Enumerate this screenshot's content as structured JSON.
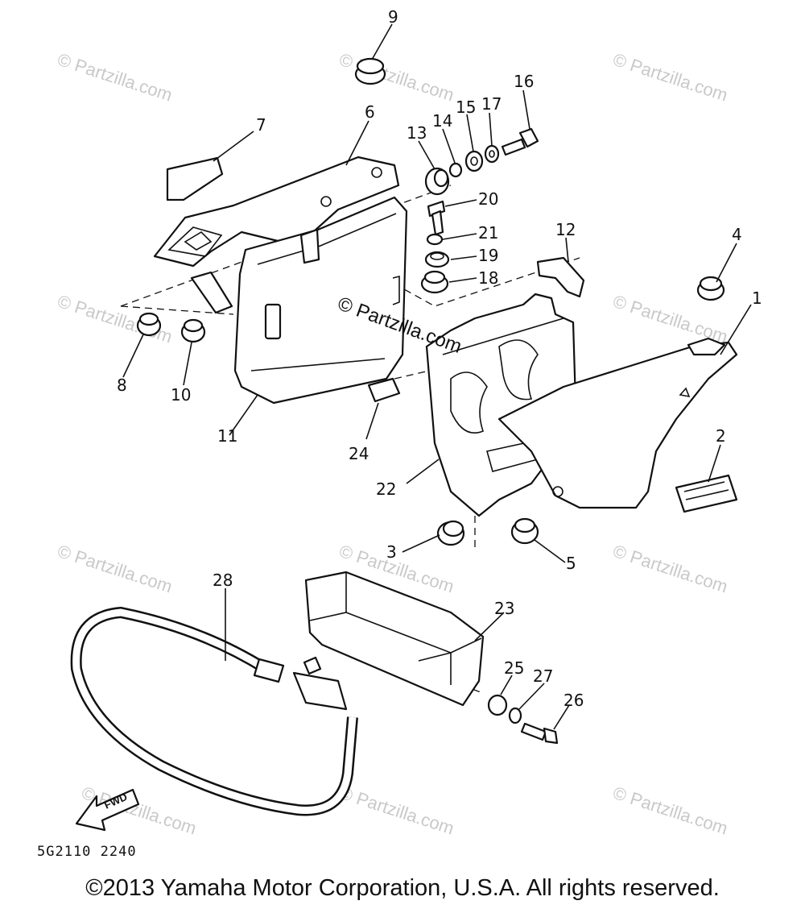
{
  "watermark": {
    "text": "© Partzilla.com",
    "center_text": "© Partzilla.com"
  },
  "diagram_code": "5G2110 2240",
  "forward_label": "FWD",
  "copyright": "©2013 Yamaha Motor Corporation, U.S.A. All rights reserved.",
  "callouts": {
    "c1": "1",
    "c2": "2",
    "c3": "3",
    "c4": "4",
    "c5": "5",
    "c6": "6",
    "c7": "7",
    "c8": "8",
    "c9": "9",
    "c10": "10",
    "c11": "11",
    "c12": "12",
    "c13": "13",
    "c14": "14",
    "c15": "15",
    "c16": "16",
    "c17": "17",
    "c18": "18",
    "c19": "19",
    "c20": "20",
    "c21": "21",
    "c22": "22",
    "c23": "23",
    "c24": "24",
    "c25": "25",
    "c26": "26",
    "c27": "27",
    "c28": "28"
  }
}
